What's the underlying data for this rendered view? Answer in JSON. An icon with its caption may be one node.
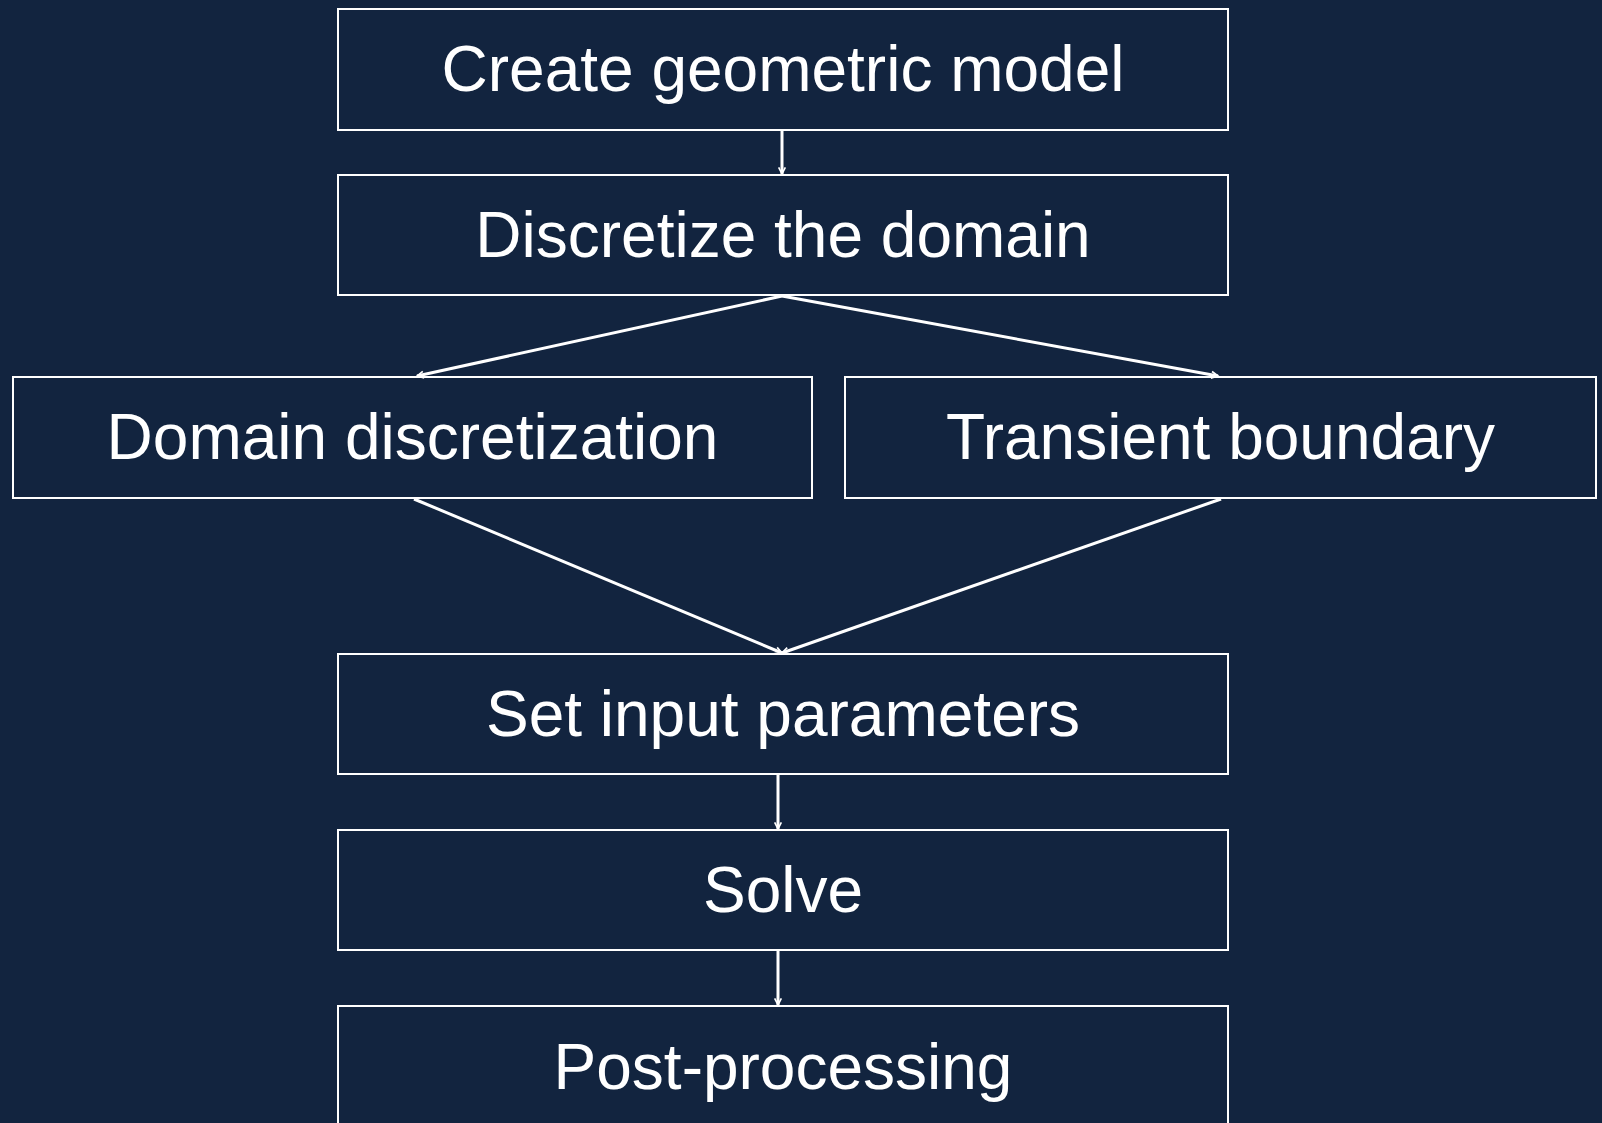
{
  "diagram": {
    "nodes": [
      {
        "text": [
          "Create geometric model"
        ]
      },
      {
        "text": [
          "Discretize the domain"
        ]
      },
      {
        "text": [
          "Domain discretization"
        ]
      },
      {
        "text": [
          "Transient boundary"
        ]
      },
      {
        "text": [
          "Set input parameters"
        ]
      },
      {
        "text": [
          "Solve"
        ]
      },
      {
        "text": [
          "Post-processing"
        ]
      }
    ],
    "edges": [
      {
        "from": 0,
        "to": 1,
        "arrow": "to"
      },
      {
        "from": 1,
        "to": 2,
        "arrow": "to"
      },
      {
        "from": 1,
        "to": 3,
        "arrow": "to"
      },
      {
        "from": 2,
        "to": 4,
        "arrow": "to"
      },
      {
        "from": 3,
        "to": 4,
        "arrow": "to"
      },
      {
        "from": 4,
        "to": 5,
        "arrow": "to"
      },
      {
        "from": 5,
        "to": 6,
        "arrow": "to"
      }
    ]
  }
}
